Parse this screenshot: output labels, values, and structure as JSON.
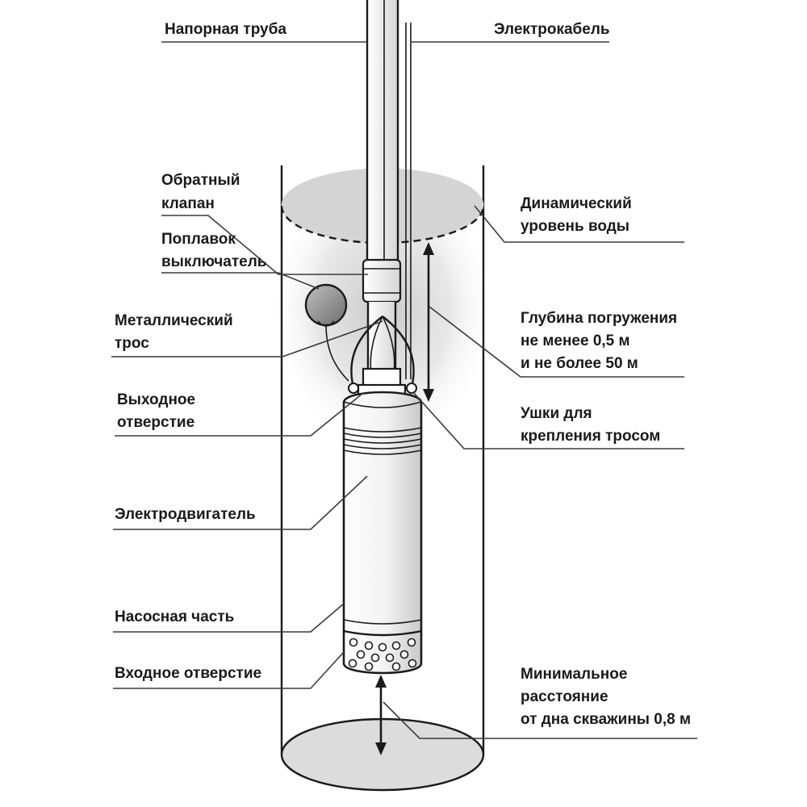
{
  "labels": {
    "pressure_pipe": "Напорная труба",
    "power_cable": "Электрокабель",
    "check_valve_1": "Обратный",
    "check_valve_2": "клапан",
    "dynamic_level_1": "Динамический",
    "dynamic_level_2": "уровень воды",
    "float_switch_1": "Поплавок",
    "float_switch_2": "выключатель",
    "metal_cable_1": "Металлический",
    "metal_cable_2": "трос",
    "depth_1": "Глубина погружения",
    "depth_2": "не менее 0,5 м",
    "depth_3": "и не более 50 м",
    "outlet_1": "Выходное",
    "outlet_2": "отверстие",
    "eyelets_1": "Ушки для",
    "eyelets_2": "крепления тросом",
    "motor": "Электродвигатель",
    "pump_part": "Насосная часть",
    "inlet": "Входное отверстие",
    "min_distance_1": "Минимальное",
    "min_distance_2": "расстояние",
    "min_distance_3": "от дна скважины 0,8 м"
  },
  "colors": {
    "ink": "#1a1a1a",
    "water_surface": "#d4d4d4",
    "well_bottom": "#dcdcdc",
    "shadow": "#c8c8c8"
  }
}
